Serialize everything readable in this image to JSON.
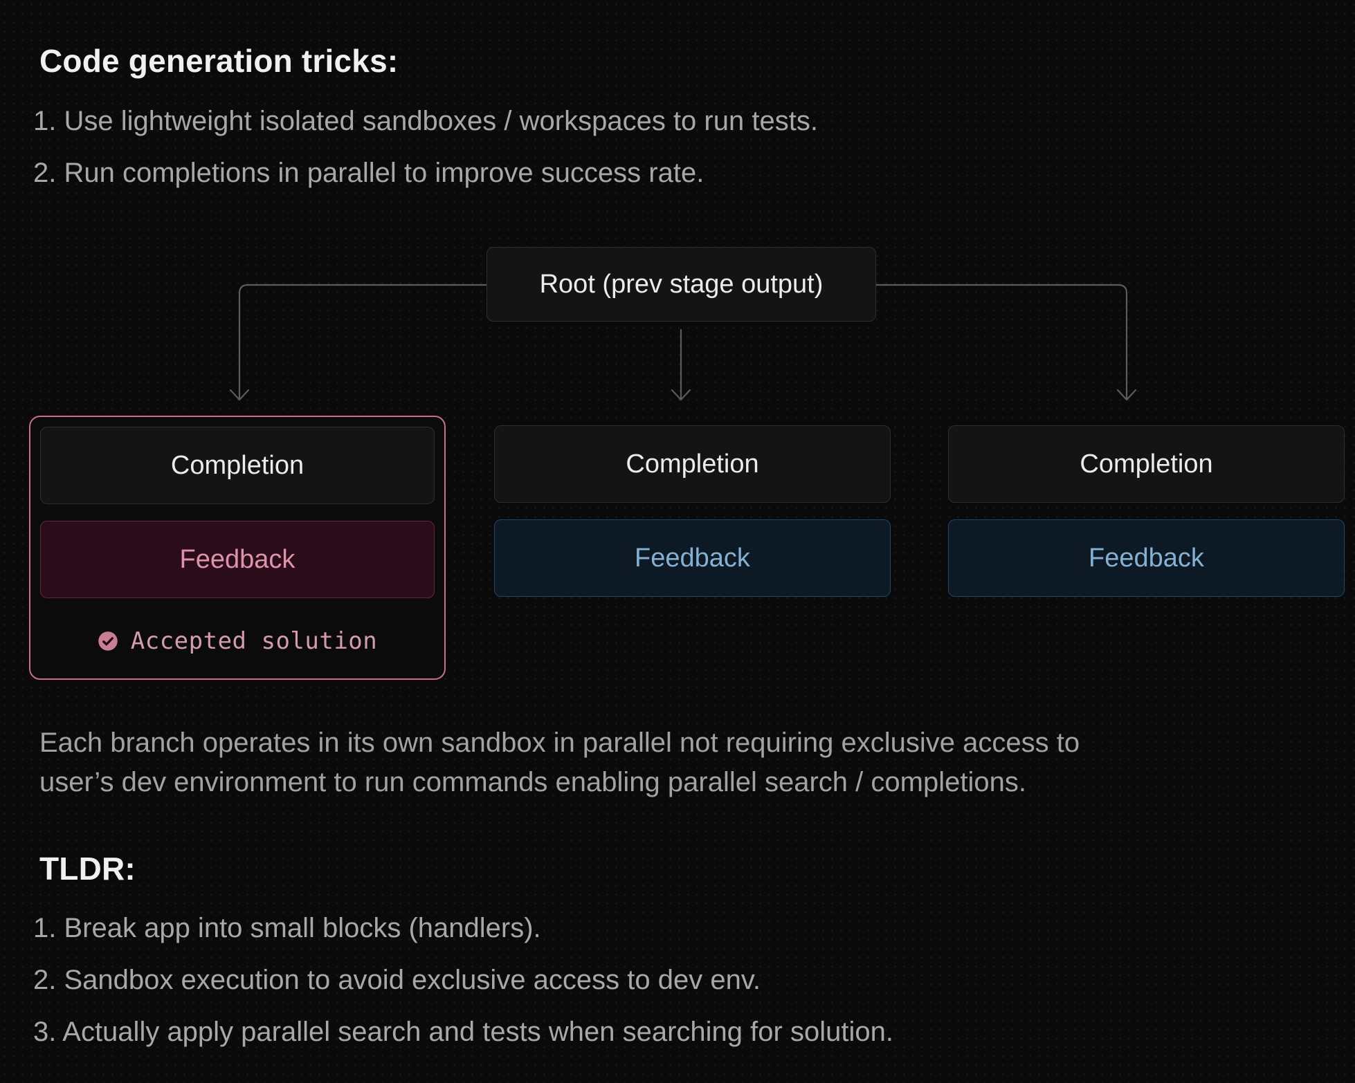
{
  "intro": {
    "heading": "Code generation tricks:",
    "items": [
      "1. Use lightweight isolated sandboxes / workspaces to run tests.",
      "2. Run completions in parallel to improve success rate."
    ]
  },
  "diagram": {
    "root": {
      "label": "Root (prev stage output)"
    },
    "branches": [
      {
        "completion": "Completion",
        "feedback": "Feedback",
        "accepted": true,
        "accepted_label": "Accepted solution",
        "accepted_icon": "check-circle-icon"
      },
      {
        "completion": "Completion",
        "feedback": "Feedback",
        "accepted": false
      },
      {
        "completion": "Completion",
        "feedback": "Feedback",
        "accepted": false
      }
    ]
  },
  "paragraph": {
    "lines": [
      "Each branch operates in its own sandbox in parallel not requiring exclusive access to",
      "user’s dev environment to run commands enabling parallel search / completions."
    ]
  },
  "tldr": {
    "heading": "TLDR:",
    "items": [
      "1. Break app into small blocks (handlers).",
      "2. Sandbox execution to avoid exclusive access to dev env.",
      "3. Actually apply parallel search and tests when searching for solution."
    ]
  },
  "colors": {
    "background": "#0a0a0a",
    "node_background": "#141414",
    "node_border": "#2e2e2e",
    "node_text": "#ececec",
    "accent_rose_border": "#c76f8b",
    "rose_fill": "#2b0d19",
    "rose_text": "#dc93ab",
    "blue_fill": "#0d1924",
    "blue_border": "#254760",
    "blue_text": "#83b0d3",
    "connector_line": "#5c5c5c",
    "heading_text": "#f0f0f0",
    "body_text": "#a8a8a8",
    "check_circle_fill": "#c97e93"
  }
}
